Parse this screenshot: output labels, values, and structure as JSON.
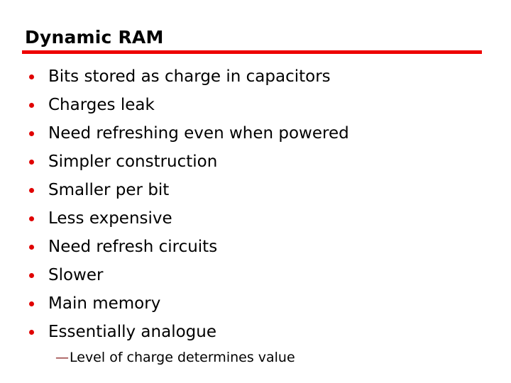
{
  "slide": {
    "title": "Dynamic RAM",
    "accent_color": "#ee0000",
    "bullet_color": "#e00000",
    "subdash_color": "#8f2b2b",
    "text_color": "#000000",
    "background_color": "#ffffff",
    "bullets": [
      {
        "text": "Bits stored as charge in capacitors"
      },
      {
        "text": "Charges leak"
      },
      {
        "text": "Need refreshing even when powered"
      },
      {
        "text": "Simpler construction"
      },
      {
        "text": "Smaller per bit"
      },
      {
        "text": "Less expensive"
      },
      {
        "text": "Need refresh circuits"
      },
      {
        "text": "Slower"
      },
      {
        "text": "Main memory"
      },
      {
        "text": "Essentially analogue"
      }
    ],
    "sub_bullets": [
      {
        "dash": "—",
        "text": "Level of charge determines value"
      }
    ]
  }
}
